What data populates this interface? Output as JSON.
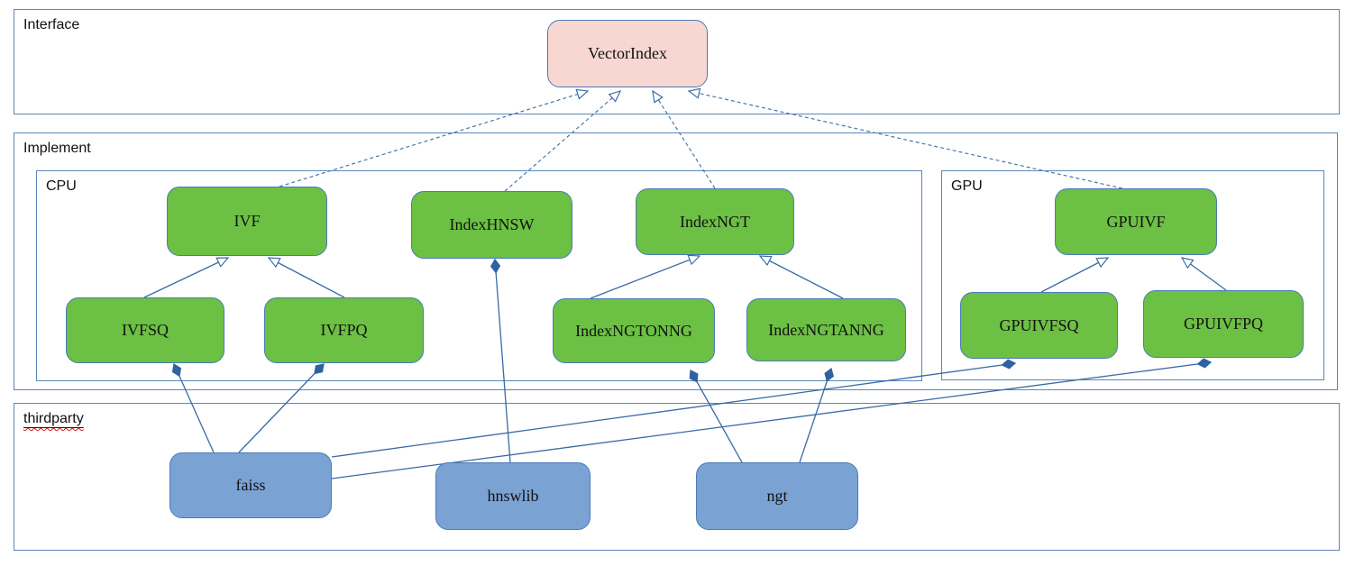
{
  "colors": {
    "node_green": "#6cc043",
    "node_pink": "#f8d7d2",
    "node_blue": "#7aa3d4",
    "container_border": "#5b87bb",
    "node_border": "#4a7ab8",
    "edge_line": "#3a6aa5",
    "diamond_fill": "#2e62a0",
    "spellcheck_squiggle": "#cc1f1f",
    "text": "#111111"
  },
  "containers": {
    "interface": {
      "label": "Interface"
    },
    "implement": {
      "label": "Implement"
    },
    "cpu": {
      "label": "CPU"
    },
    "gpu": {
      "label": "GPU"
    },
    "thirdparty": {
      "label": "thirdparty"
    }
  },
  "nodes": {
    "vectorindex": {
      "label": "VectorIndex",
      "group": "Interface",
      "color": "pink"
    },
    "ivf": {
      "label": "IVF",
      "group": "Implement/CPU",
      "color": "green"
    },
    "indexhnsw": {
      "label": "IndexHNSW",
      "group": "Implement/CPU",
      "color": "green"
    },
    "indexngt": {
      "label": "IndexNGT",
      "group": "Implement/CPU",
      "color": "green"
    },
    "ivfsq": {
      "label": "IVFSQ",
      "group": "Implement/CPU",
      "color": "green"
    },
    "ivfpq": {
      "label": "IVFPQ",
      "group": "Implement/CPU",
      "color": "green"
    },
    "indexngtonng": {
      "label": "IndexNGTONNG",
      "group": "Implement/CPU",
      "color": "green"
    },
    "indexngtanng": {
      "label": "IndexNGTANNG",
      "group": "Implement/CPU",
      "color": "green"
    },
    "gpuivf": {
      "label": "GPUIVF",
      "group": "Implement/GPU",
      "color": "green"
    },
    "gpuivfsq": {
      "label": "GPUIVFSQ",
      "group": "Implement/GPU",
      "color": "green"
    },
    "gpuivfpq": {
      "label": "GPUIVFPQ",
      "group": "Implement/GPU",
      "color": "green"
    },
    "faiss": {
      "label": "faiss",
      "group": "thirdparty",
      "color": "blue"
    },
    "hnswlib": {
      "label": "hnswlib",
      "group": "thirdparty",
      "color": "blue"
    },
    "ngt": {
      "label": "ngt",
      "group": "thirdparty",
      "color": "blue"
    }
  },
  "edges": [
    {
      "from": "IVF",
      "to": "VectorIndex",
      "type": "realization-dashed-hollow-arrow"
    },
    {
      "from": "IndexHNSW",
      "to": "VectorIndex",
      "type": "realization-dashed-hollow-arrow"
    },
    {
      "from": "IndexNGT",
      "to": "VectorIndex",
      "type": "realization-dashed-hollow-arrow"
    },
    {
      "from": "GPUIVF",
      "to": "VectorIndex",
      "type": "realization-dashed-hollow-arrow"
    },
    {
      "from": "IVFSQ",
      "to": "IVF",
      "type": "inheritance-hollow-arrow"
    },
    {
      "from": "IVFPQ",
      "to": "IVF",
      "type": "inheritance-hollow-arrow"
    },
    {
      "from": "IndexNGTONNG",
      "to": "IndexNGT",
      "type": "inheritance-hollow-arrow"
    },
    {
      "from": "IndexNGTANNG",
      "to": "IndexNGT",
      "type": "inheritance-hollow-arrow"
    },
    {
      "from": "GPUIVFSQ",
      "to": "GPUIVF",
      "type": "inheritance-hollow-arrow"
    },
    {
      "from": "GPUIVFPQ",
      "to": "GPUIVF",
      "type": "inheritance-hollow-arrow"
    },
    {
      "from": "faiss",
      "to": "IVFSQ",
      "type": "composition-filled-diamond"
    },
    {
      "from": "faiss",
      "to": "IVFPQ",
      "type": "composition-filled-diamond"
    },
    {
      "from": "faiss",
      "to": "GPUIVFSQ",
      "type": "composition-filled-diamond"
    },
    {
      "from": "faiss",
      "to": "GPUIVFPQ",
      "type": "composition-filled-diamond"
    },
    {
      "from": "hnswlib",
      "to": "IndexHNSW",
      "type": "composition-filled-diamond"
    },
    {
      "from": "ngt",
      "to": "IndexNGTONNG",
      "type": "composition-filled-diamond"
    },
    {
      "from": "ngt",
      "to": "IndexNGTANNG",
      "type": "composition-filled-diamond"
    }
  ]
}
